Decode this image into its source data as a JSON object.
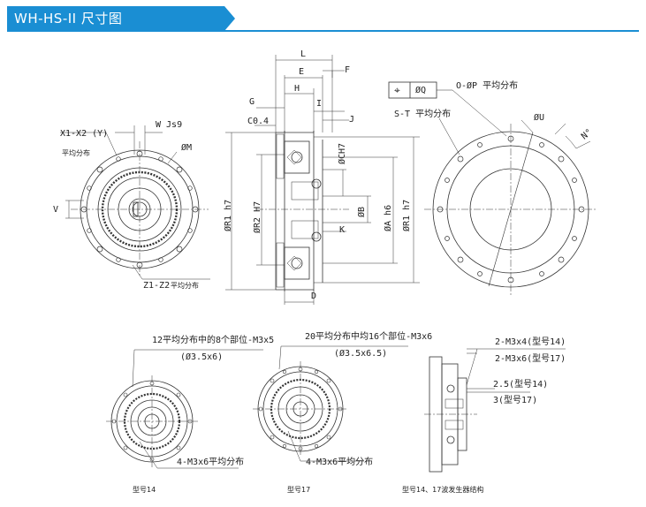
{
  "header": {
    "title": "WH-HS-II 尺寸图"
  },
  "colors": {
    "accent": "#1a8ed3",
    "line": "#333333"
  },
  "top_view_left": {
    "x1x2_label": "X1-X2 (Y)",
    "x1x2_note": "平均分布",
    "w_label": "W Js9",
    "m_label": "ØM",
    "v_label": "V",
    "z_label": "Z1-Z2",
    "z_note": "平均分布"
  },
  "section_view": {
    "L": "L",
    "E": "E",
    "F": "F",
    "H": "H",
    "G": "G",
    "I": "I",
    "J": "J",
    "C04": "C0.4",
    "CH7": "ØCH7",
    "B": "ØB",
    "K": "K",
    "D": "D",
    "R1": "ØR1 h7",
    "R2": "ØR2 H7",
    "A": "ØA h6"
  },
  "top_view_right": {
    "tolerance_symbol": "⌖",
    "tolerance_value": "ØQ",
    "op_label": "O-ØP 平均分布",
    "st_label": "S-T 平均分布",
    "u_label": "ØU",
    "n_label": "N°",
    "r1_label": "ØR1 h7"
  },
  "bottom_views": {
    "model14_note1": "12平均分布中的8个部位-M3x5",
    "model14_note2": "(Ø3.5x6)",
    "model14_note3": "4-M3x6平均分布",
    "model14_caption": "型号14",
    "model17_note1": "20平均分布中均16个部位-M3x6",
    "model17_note2": "(Ø3.5x6.5)",
    "model17_note3": "4-M3x6平均分布",
    "model17_caption": "型号17",
    "side_note1": "2-M3x4(型号14)",
    "side_note2": "2-M3x6(型号17)",
    "side_note3": "2.5(型号14)",
    "side_note4": "3(型号17)",
    "side_caption": "型号14、17波发生器结构"
  }
}
